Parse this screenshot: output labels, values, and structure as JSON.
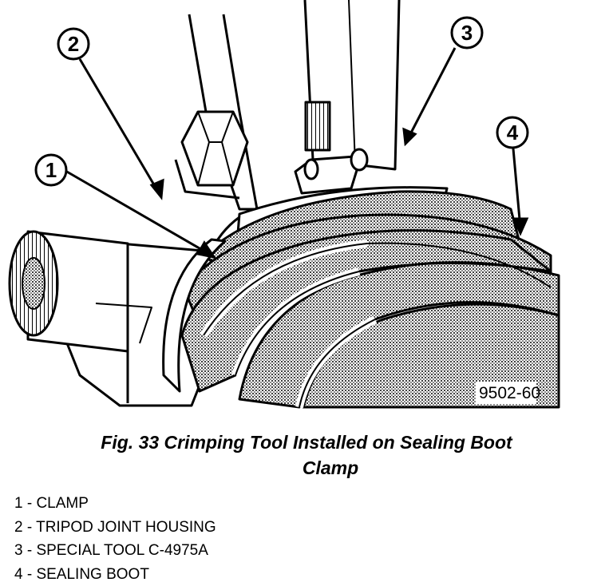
{
  "figure": {
    "callouts": [
      "1",
      "2",
      "3",
      "4"
    ],
    "image_code": "9502-60",
    "caption_line1": "Fig. 33 Crimping Tool Installed on Sealing Boot",
    "caption_line2": "Clamp"
  },
  "legend": [
    "1 - CLAMP",
    "2 - TRIPOD JOINT HOUSING",
    "3 - SPECIAL TOOL C-4975A",
    "4 - SEALING BOOT"
  ],
  "colors": {
    "ink": "#000000",
    "paper": "#ffffff",
    "shade": "#9a9a9a"
  }
}
